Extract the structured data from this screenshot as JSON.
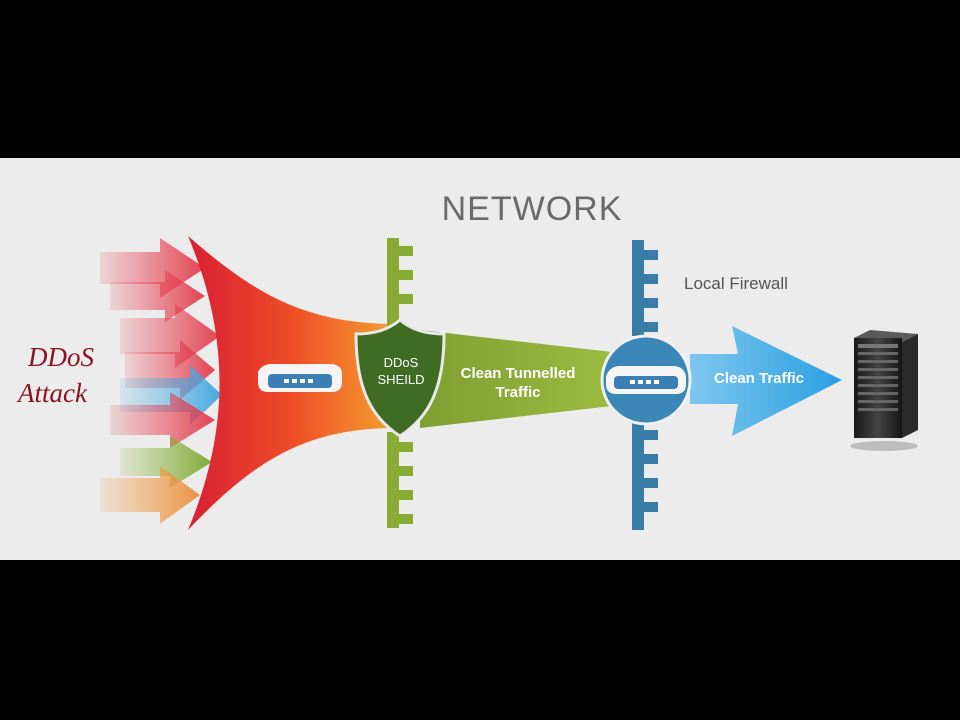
{
  "title": "NETWORK",
  "attack": {
    "line1": "DDoS",
    "line2": "Attack"
  },
  "shield": {
    "line1": "DDoS",
    "line2": "SHEILD"
  },
  "tunnel": {
    "label": "Clean Tunnelled Traffic"
  },
  "firewall": {
    "label": "Local Firewall"
  },
  "clean": {
    "label": "Clean Traffic"
  },
  "icons": [
    "attack-arrows-icon",
    "router-icon",
    "shield-icon",
    "firewall-wall-icon",
    "server-icon"
  ],
  "colors": {
    "red": "#e8372a",
    "green": "#8caf3a",
    "firewall_green": "#88ab35",
    "blue_wall": "#3a7ca8",
    "light_blue": "#32a4e0",
    "shield": "#3f6b22"
  }
}
